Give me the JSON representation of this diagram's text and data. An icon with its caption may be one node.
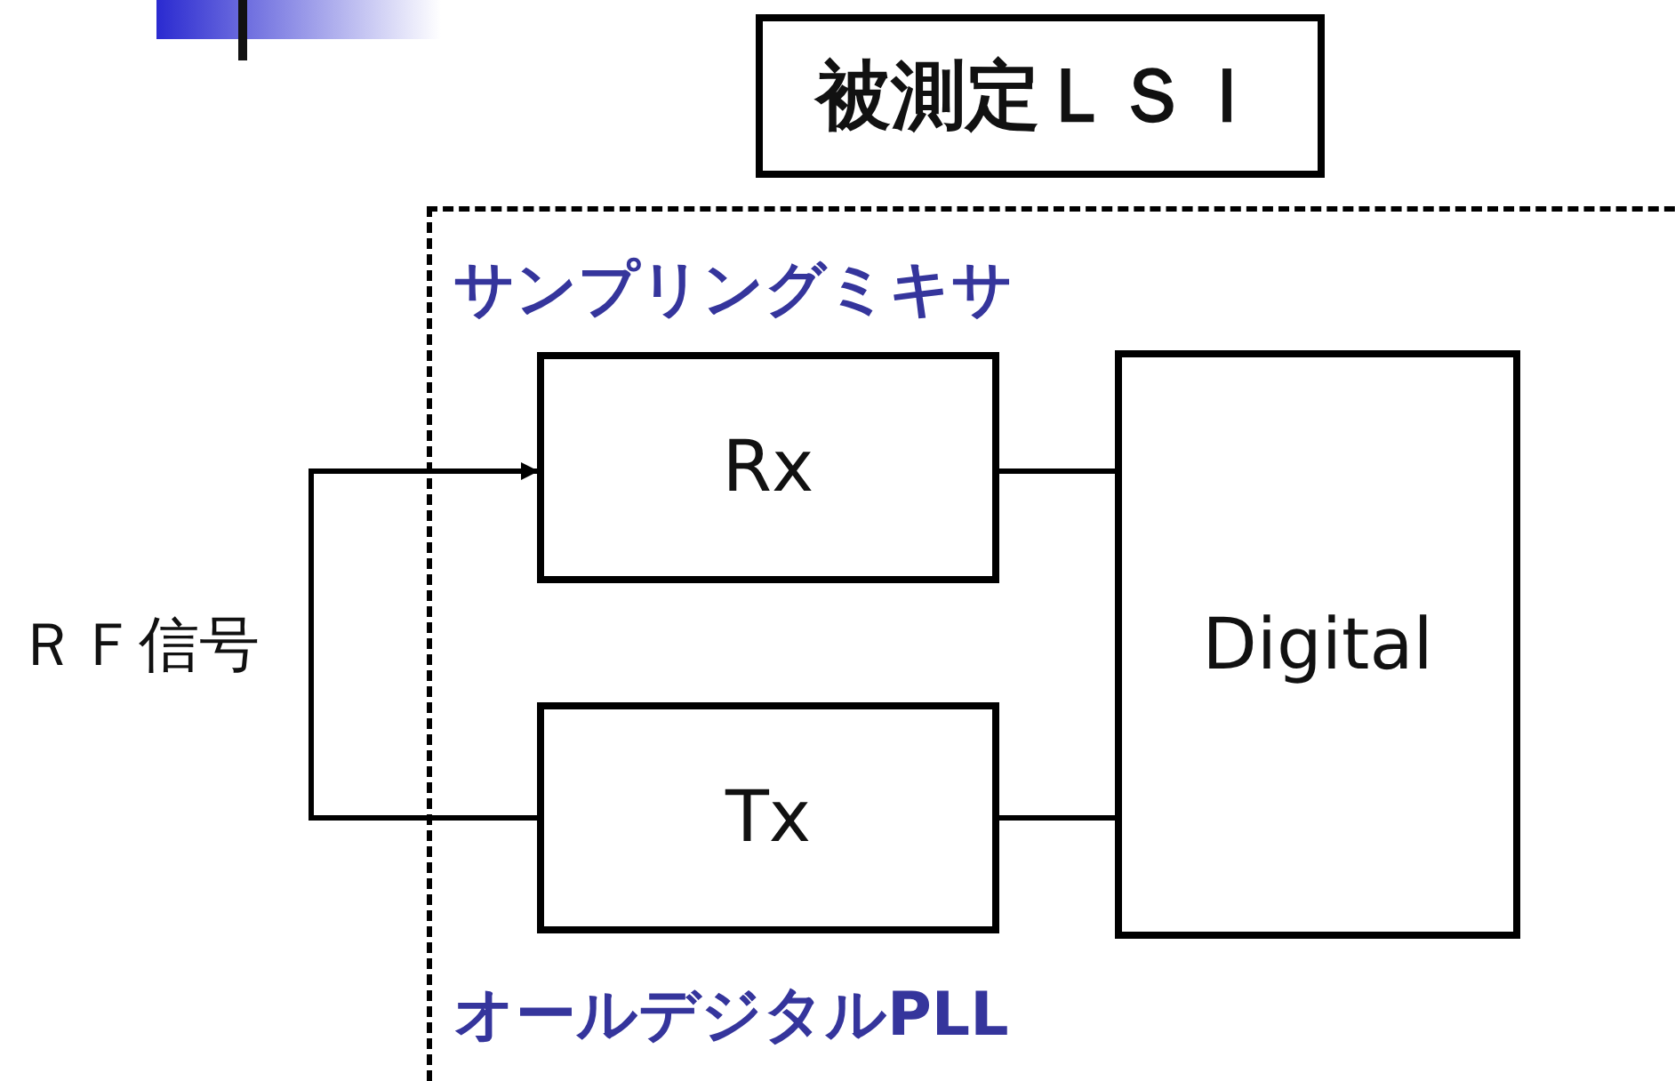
{
  "diagram": {
    "nodes": [
      {
        "text": [
          "被測定ＬＳＩ"
        ]
      },
      {
        "text": [],
        "shape": "box"
      },
      {
        "text": [
          "ＲＦ信号"
        ]
      },
      {
        "text": [
          "Rx"
        ],
        "in": 1
      },
      {
        "text": [
          "Tx"
        ],
        "in": 1
      },
      {
        "text": [
          "Digital"
        ],
        "in": 1
      }
    ],
    "edges": [
      {
        "from": 2,
        "to": 3,
        "arrow": "to"
      },
      {
        "from": 2,
        "to": 4,
        "arrow": "none"
      },
      {
        "from": 3,
        "to": 5,
        "arrow": "none"
      },
      {
        "from": 4,
        "to": 5,
        "arrow": "none"
      }
    ],
    "labels": [
      "サンプリングミキサ",
      "オールデジタルPLL"
    ]
  }
}
